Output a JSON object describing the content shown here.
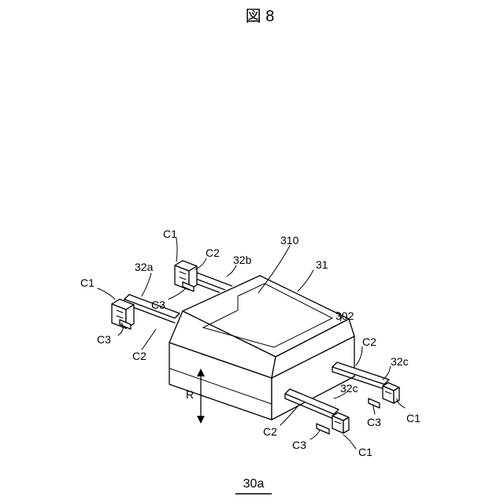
{
  "figure": {
    "title": "図 8",
    "caption": "30a",
    "arrow_label": "R"
  },
  "labels": {
    "c1_top_left": "C1",
    "c2_top": "C2",
    "c3_top": "C3",
    "l_32b": "32b",
    "l_310": "310",
    "l_31": "31",
    "l_32a": "32a",
    "c1_left": "C1",
    "c3_left": "C3",
    "c2_left": "C2",
    "l_302": "302",
    "c2_right": "C2",
    "l_32c_right": "32c",
    "c1_right": "C1",
    "c3_right": "C3",
    "l_32c_bottom": "32c",
    "c2_bottom": "C2",
    "c3_bottom": "C3",
    "c1_bottom": "C1"
  }
}
